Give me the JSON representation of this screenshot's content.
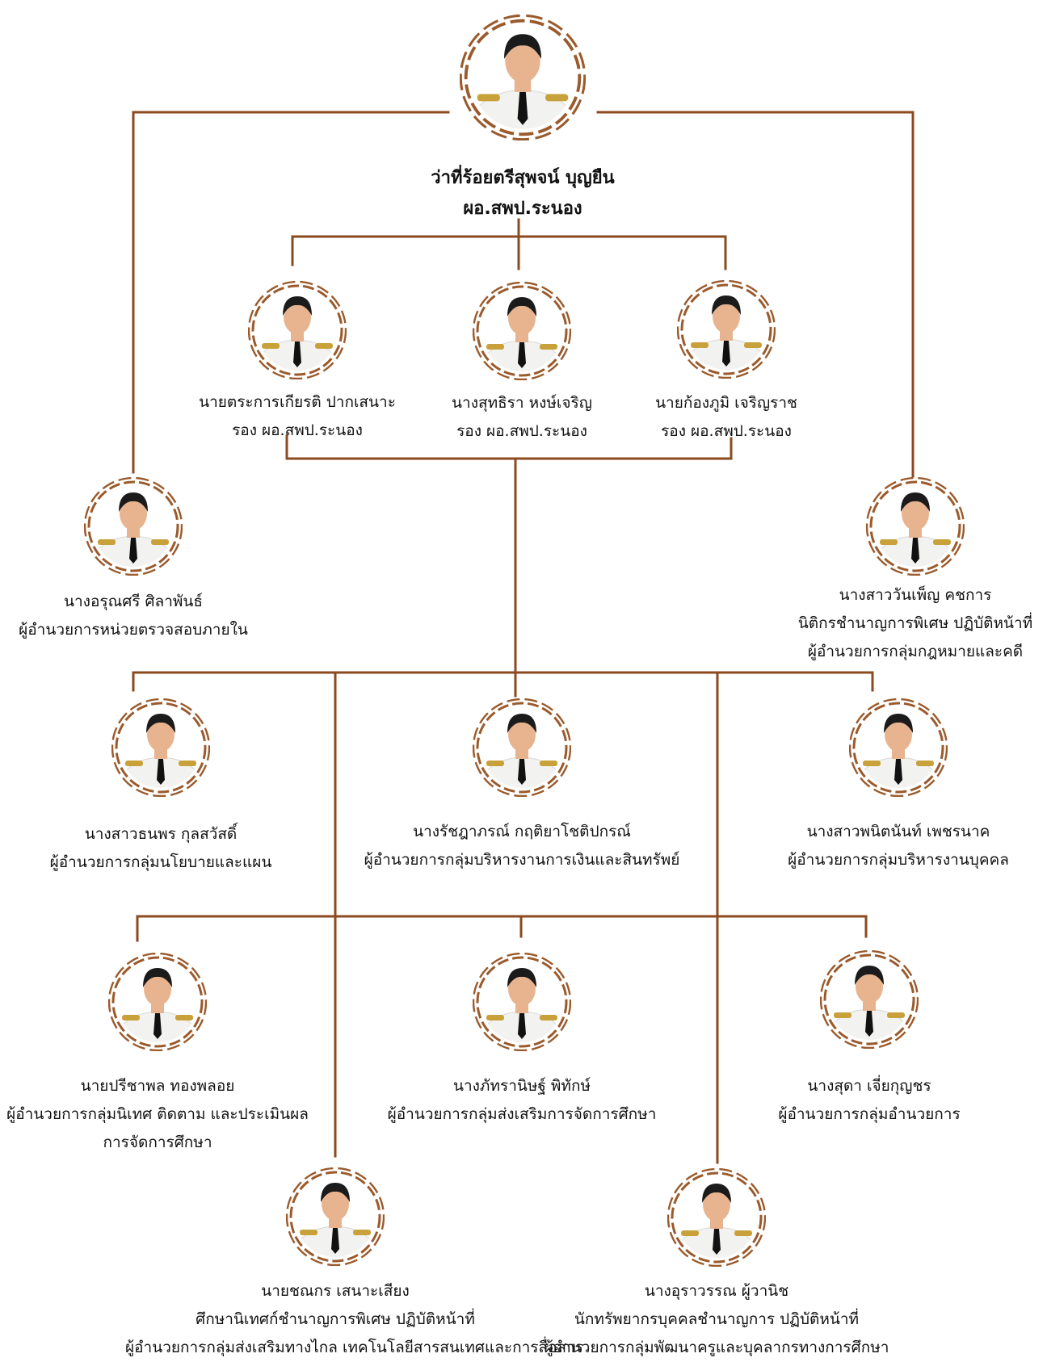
{
  "colors": {
    "line": "#8b4a1f",
    "ring": "#9a5a2c",
    "uniform": "#f2f2f0",
    "face": "#e7b48f",
    "hair": "#1b1b1b",
    "gold": "#c8a13a",
    "tie": "#111111"
  },
  "director": {
    "name": "ว่าที่ร้อยตรีสุพจน์ บุญยืน",
    "title": "ผอ.สพป.ระนอง"
  },
  "deputies": [
    {
      "name": "นายตระการเกียรติ ปากเสนาะ",
      "title": "รอง ผอ.สพป.ระนอง"
    },
    {
      "name": "นางสุทธิรา หงษ์เจริญ",
      "title": "รอง ผอ.สพป.ระนอง"
    },
    {
      "name": "นายก้องภูมิ เจริญราช",
      "title": "รอง ผอ.สพป.ระนอง"
    }
  ],
  "audit": {
    "name": "นางอรุณศรี ศิลาพันธ์",
    "title": "ผู้อำนวยการหน่วยตรวจสอบภายใน"
  },
  "legal": {
    "name": "นางสาววันเพ็ญ คชการ",
    "title": "นิติกรชำนาญการพิเศษ ปฏิบัติหน้าที่",
    "title2": "ผู้อำนวยการกลุ่มกฎหมายและคดี"
  },
  "row1": [
    {
      "name": "นางสาวธนพร กุลสวัสดิ์",
      "title": "ผู้อำนวยการกลุ่มนโยบายและแผน"
    },
    {
      "name": "นางรัชฎาภรณ์ กฤติยาโชติปกรณ์",
      "title": "ผู้อำนวยการกลุ่มบริหารงานการเงินและสินทรัพย์"
    },
    {
      "name": "นางสาวพนิตนันท์ เพชรนาค",
      "title": "ผู้อำนวยการกลุ่มบริหารงานบุคคล"
    }
  ],
  "row2": [
    {
      "name": "นายปรีชาพล ทองพลอย",
      "title": "ผู้อำนวยการกลุ่มนิเทศ ติดตาม และประเมินผล",
      "title2": "การจัดการศึกษา"
    },
    {
      "name": "นางภัทรานิษฐ์ พิทักษ์",
      "title": "ผู้อำนวยการกลุ่มส่งเสริมการจัดการศึกษา"
    },
    {
      "name": "นางสุดา เจี่ยกุญชร",
      "title": "ผู้อำนวยการกลุ่มอำนวยการ"
    }
  ],
  "row3": [
    {
      "name": "นายชณกร เสนาะเสียง",
      "title": "ศึกษานิเทศก์ชำนาญการพิเศษ ปฏิบัติหน้าที่",
      "title2": "ผู้อำนวยการกลุ่มส่งเสริมทางไกล เทคโนโลยีสารสนเทศและการสื่อสาร"
    },
    {
      "name": "นางอุราวรรณ ผู้วานิช",
      "title": "นักทรัพยากรบุคคลชำนาญการ ปฏิบัติหน้าที่",
      "title2": "ผู้อำนวยการกลุ่มพัฒนาครูและบุคลากรทางการศึกษา"
    }
  ]
}
